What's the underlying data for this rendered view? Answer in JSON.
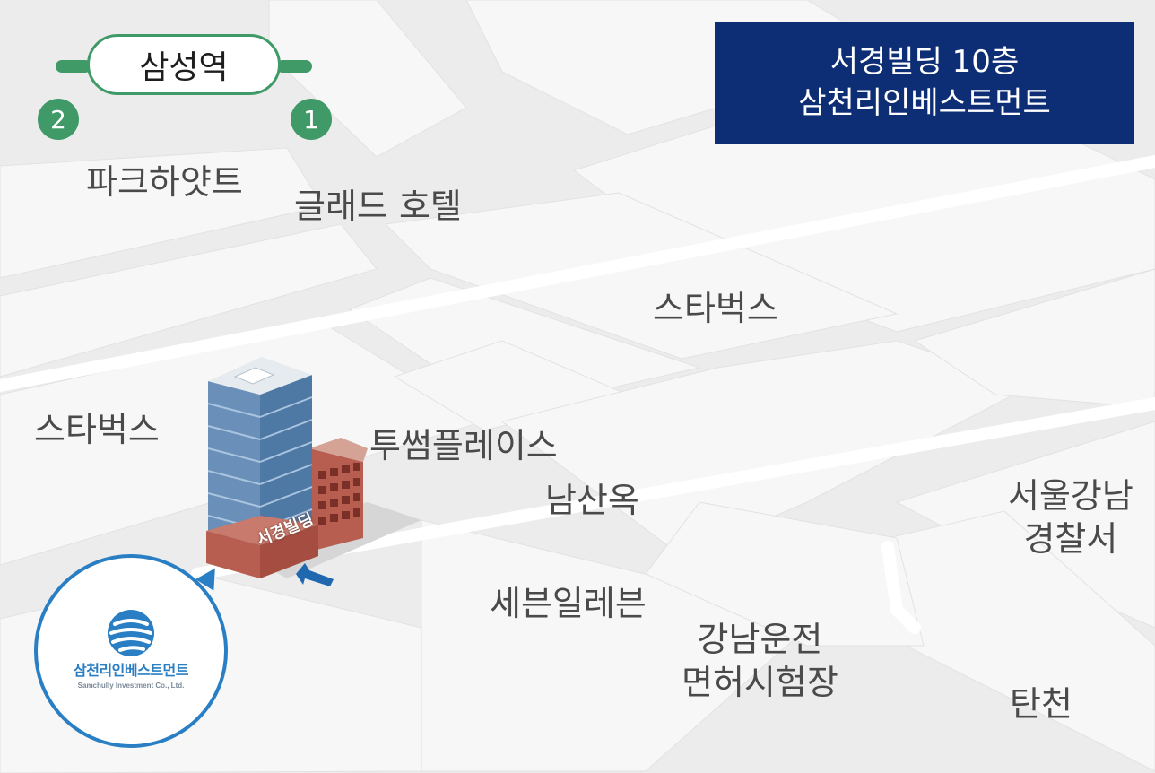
{
  "station": {
    "name": "삼성역",
    "exit_left": "2",
    "exit_right": "1",
    "line_color": "#3f9a68"
  },
  "address": {
    "line1": "서경빌딩 10층",
    "line2": "삼천리인베스트먼트",
    "bg_color": "#0d2e74"
  },
  "landmarks": {
    "park_hyatt": "파크하얏트",
    "glad_hotel": "글래드 호텔",
    "starbucks_center": "스타벅스",
    "starbucks_left": "스타벅스",
    "two_some_place": "투썸플레이스",
    "namsanok": "남산옥",
    "police_line1": "서울강남",
    "police_line2": "경찰서",
    "seven_eleven": "세븐일레븐",
    "license_line1": "강남운전",
    "license_line2": "면허시험장",
    "tancheon": "탄천"
  },
  "building": {
    "sign": "서경빌딩",
    "entrance_icon": "arrow-icon"
  },
  "company": {
    "name_ko": "삼천리인베스트먼트",
    "name_en": "Samchully Investment Co., Ltd.",
    "brand_color": "#2a7fc4",
    "logo_icon": "globe-logo-icon"
  }
}
